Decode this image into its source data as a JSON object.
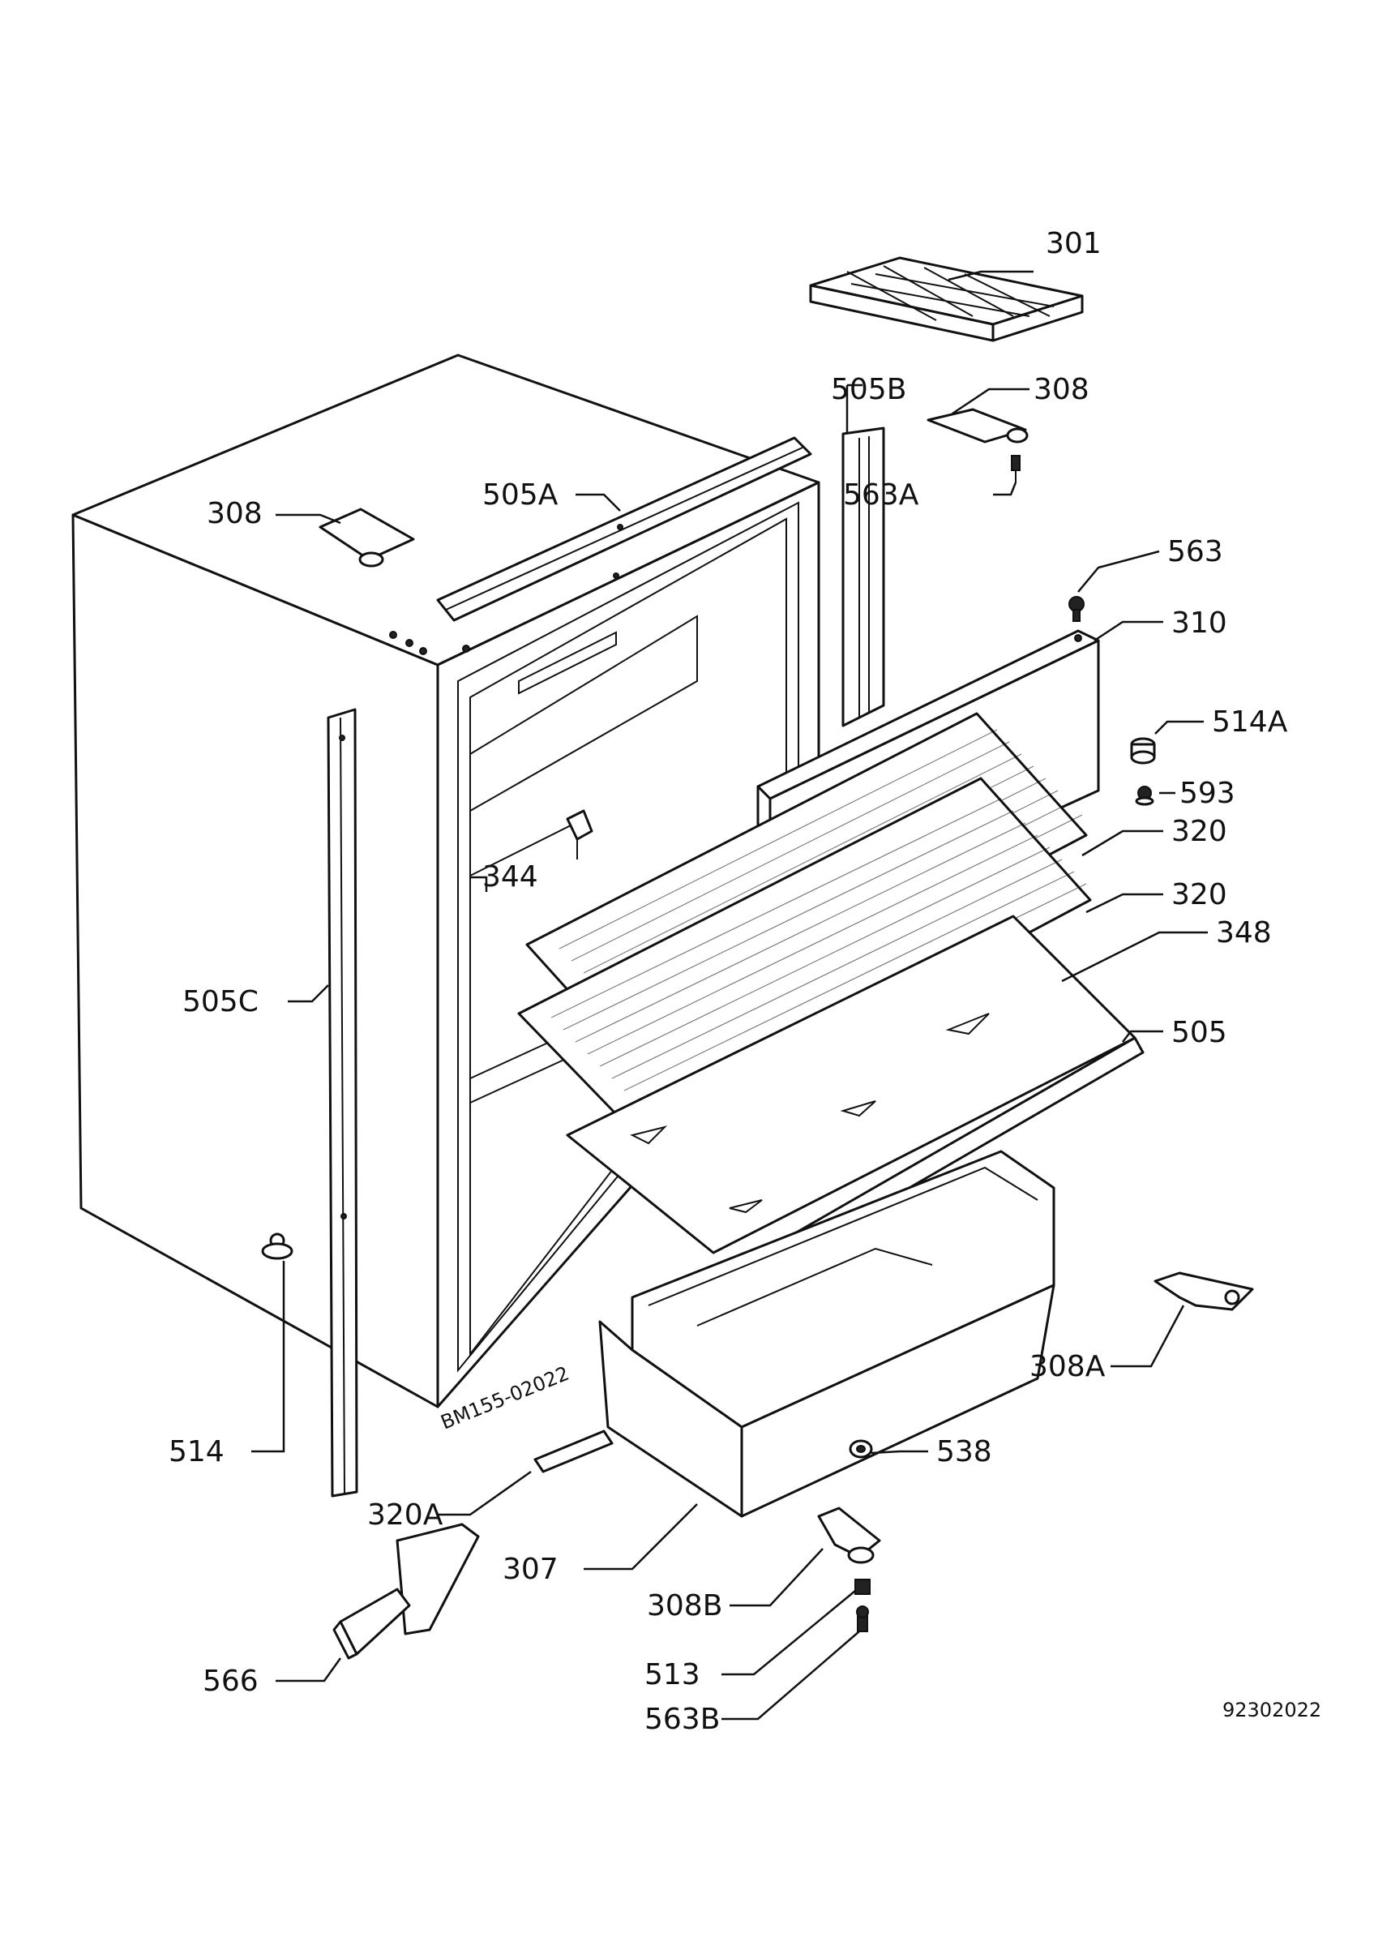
{
  "diagram": {
    "drawing_number": "92302022",
    "cabinet_marking": "BM155-02022",
    "parts": [
      {
        "id": "p301",
        "label": "301"
      },
      {
        "id": "p505B",
        "label": "505B"
      },
      {
        "id": "p308_top",
        "label": "308"
      },
      {
        "id": "p563A",
        "label": "563A"
      },
      {
        "id": "p308_left",
        "label": "308"
      },
      {
        "id": "p505A",
        "label": "505A"
      },
      {
        "id": "p563",
        "label": "563"
      },
      {
        "id": "p310",
        "label": "310"
      },
      {
        "id": "p514A",
        "label": "514A"
      },
      {
        "id": "p593",
        "label": "593"
      },
      {
        "id": "p320_a",
        "label": "320"
      },
      {
        "id": "p344",
        "label": "344"
      },
      {
        "id": "p320_b",
        "label": "320"
      },
      {
        "id": "p348",
        "label": "348"
      },
      {
        "id": "p505C",
        "label": "505C"
      },
      {
        "id": "p505",
        "label": "505"
      },
      {
        "id": "p308A",
        "label": "308A"
      },
      {
        "id": "p514",
        "label": "514"
      },
      {
        "id": "p538",
        "label": "538"
      },
      {
        "id": "p320A",
        "label": "320A"
      },
      {
        "id": "p307",
        "label": "307"
      },
      {
        "id": "p308B",
        "label": "308B"
      },
      {
        "id": "p566",
        "label": "566"
      },
      {
        "id": "p513",
        "label": "513"
      },
      {
        "id": "p563B",
        "label": "563B"
      }
    ]
  }
}
